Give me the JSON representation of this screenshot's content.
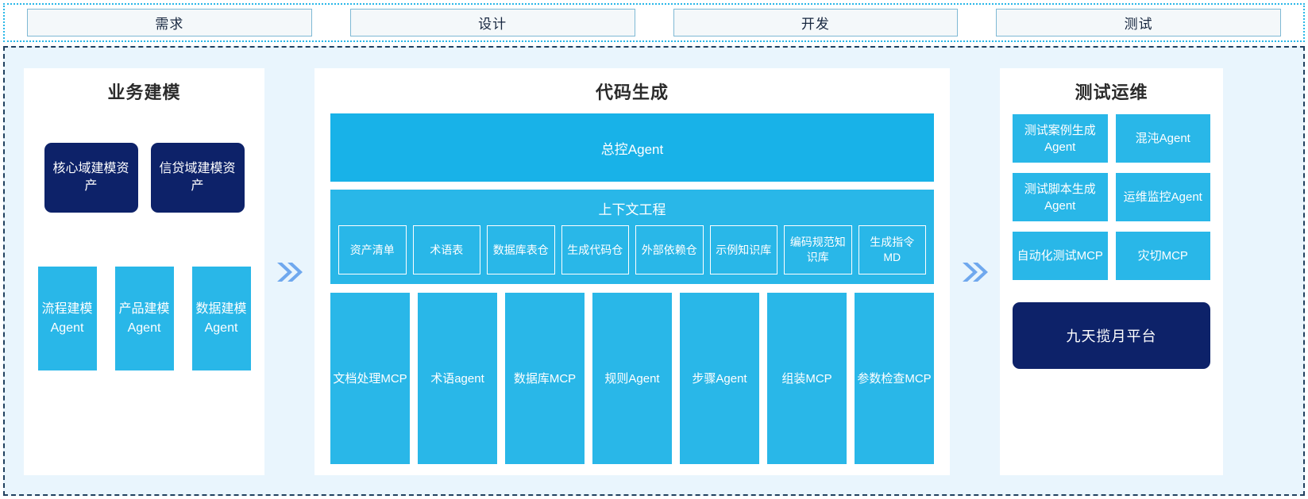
{
  "phases": {
    "items": [
      {
        "label": "需求"
      },
      {
        "label": "设计"
      },
      {
        "label": "开发"
      },
      {
        "label": "测试"
      }
    ]
  },
  "colors": {
    "accent_cyan": "#29b7e8",
    "accent_cyan_dark": "#18b2e8",
    "navy": "#0d2269",
    "panel_bg": "#ffffff",
    "region_bg": "#e9f5fd",
    "chevron": "#6fa8ee",
    "chip_border": "#7fb9d4",
    "chip_bg": "#f4f8fa",
    "region_border": "#20405f"
  },
  "left_panel": {
    "title": "业务建模",
    "assets": [
      {
        "label": "核心域建模资产"
      },
      {
        "label": "信贷域建模资产"
      }
    ],
    "agents": [
      {
        "label": "流程建模Agent"
      },
      {
        "label": "产品建模Agent"
      },
      {
        "label": "数据建模Agent"
      }
    ]
  },
  "arrows": {
    "left_arrow": "double-chevron-right",
    "right_arrow": "double-chevron-right"
  },
  "center_panel": {
    "title": "代码生成",
    "master_agent": "总控Agent",
    "context_engineering": {
      "title": "上下文工程",
      "items": [
        {
          "label": "资产清单"
        },
        {
          "label": "术语表"
        },
        {
          "label": "数据库表仓"
        },
        {
          "label": "生成代码仓"
        },
        {
          "label": "外部依赖仓"
        },
        {
          "label": "示例知识库"
        },
        {
          "label": "编码规范知识库"
        },
        {
          "label": "生成指令MD"
        }
      ]
    },
    "tools": [
      {
        "label": "文档处理MCP"
      },
      {
        "label": "术语agent"
      },
      {
        "label": "数据库MCP"
      },
      {
        "label": "规则Agent"
      },
      {
        "label": "步骤Agent"
      },
      {
        "label": "组装MCP"
      },
      {
        "label": "参数检查MCP"
      }
    ]
  },
  "right_panel": {
    "title": "测试运维",
    "cards": [
      {
        "label": "测试案例生成Agent"
      },
      {
        "label": "混沌Agent"
      },
      {
        "label": "测试脚本生成Agent"
      },
      {
        "label": "运维监控Agent"
      },
      {
        "label": "自动化测试MCP"
      },
      {
        "label": "灾切MCP"
      }
    ],
    "platform": "九天揽月平台"
  }
}
